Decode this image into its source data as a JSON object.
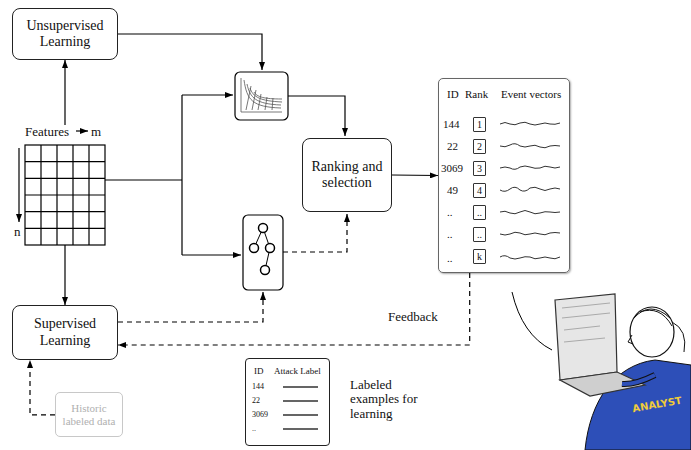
{
  "diagram": {
    "nodes": [
      {
        "text": [
          "Unsupervised Learning"
        ]
      },
      {
        "text": [
          "Features",
          "m",
          "n"
        ]
      },
      {
        "text": [
          "Ranking and selection"
        ]
      },
      {
        "text": [
          "ID",
          "Rank",
          "Event vectors",
          "144",
          "22",
          "3069",
          "49",
          "..",
          "..",
          ".."
        ]
      },
      {
        "text": [
          "1"
        ],
        "in": 3
      },
      {
        "text": [
          "2"
        ],
        "in": 3
      },
      {
        "text": [
          "3"
        ],
        "in": 3
      },
      {
        "text": [
          "4"
        ],
        "in": 3
      },
      {
        "text": [
          ".."
        ],
        "in": 3
      },
      {
        "text": [
          ".."
        ],
        "in": 3
      },
      {
        "text": [
          "k"
        ],
        "in": 3
      },
      {
        "text": [
          "Supervised Learning"
        ]
      },
      {
        "text": [
          "ID",
          "Attack Label",
          "144",
          "22",
          "3069",
          ".."
        ]
      },
      {
        "text": [
          "Historic labeled data"
        ]
      }
    ],
    "edges": [
      {
        "from": 1,
        "to": 0,
        "arrow": "to"
      },
      {
        "from": 1,
        "to": 11,
        "arrow": "to"
      },
      {
        "from": 2,
        "to": 3,
        "arrow": "to"
      },
      {
        "from": 3,
        "to": 11,
        "arrow": "to",
        "label": "Feedback"
      },
      {
        "from": 13,
        "to": 11,
        "arrow": "to"
      }
    ],
    "labels": [
      "ANALYST",
      "Labeled examples for learning"
    ]
  }
}
